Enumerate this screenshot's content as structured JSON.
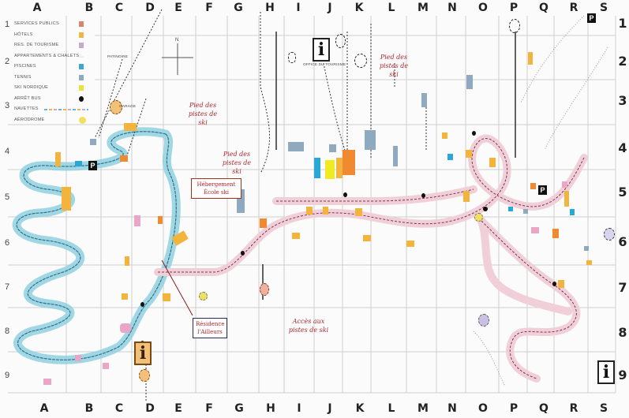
{
  "map": {
    "columns": [
      "A",
      "B",
      "C",
      "D",
      "E",
      "F",
      "G",
      "H",
      "I",
      "J",
      "K",
      "L",
      "M",
      "N",
      "O",
      "P",
      "Q",
      "R",
      "S"
    ],
    "rows": [
      "1",
      "2",
      "3",
      "4",
      "5",
      "6",
      "7",
      "8",
      "9"
    ],
    "legend": [
      {
        "label": "SERVICES PUBLICS",
        "color": "#d9836a"
      },
      {
        "label": "HÔTELS",
        "color": "#e9b64a"
      },
      {
        "label": "RES. DE TOURISME",
        "color": "#c9a9c9"
      },
      {
        "label": "APPARTEMENTS & CHALETS",
        "color": "#eeeeee"
      },
      {
        "label": "PISCINES",
        "color": "#3fa7c9"
      },
      {
        "label": "TENNIS",
        "color": "#8fa9bf"
      },
      {
        "label": "SKI NORDIQUE",
        "color": "#e8e23a"
      },
      {
        "label": "ARRÊT BUS",
        "color": "#111111"
      },
      {
        "label": "NAVETTES",
        "color": "#5fb8d0"
      },
      {
        "label": "AÉRODROME",
        "color": "#f0e060"
      }
    ],
    "annotations": {
      "pied_pistes_1": "Pied des pistes de ski",
      "pied_pistes_2": "Pied des pistes de ski",
      "pied_pistes_3": "Pied des pistes de ski",
      "acces_pistes": "Accès aux pistes de ski",
      "box_hebergement": "Hébergement École ski",
      "box_residence": "Résidence l'Ailleurs"
    },
    "labels": {
      "compass": "N",
      "garage": "GARAGE",
      "office": "OFFICE DU TOURISME",
      "patinoire": "PATINOIRE",
      "parking_p": "P",
      "info_i": "i"
    },
    "colors": {
      "shuttle_blue": "#6cc3d8",
      "shuttle_pink": "#e4b4c4",
      "road_dark": "#333333",
      "grid": "#c8c8c8",
      "building_orange": "#f08a30",
      "building_yellow": "#f2b43c",
      "building_blue": "#8fa9bf",
      "building_pink": "#e9a6c6",
      "building_cyan": "#2aa7d4",
      "annotation_red": "#b0242a"
    }
  }
}
